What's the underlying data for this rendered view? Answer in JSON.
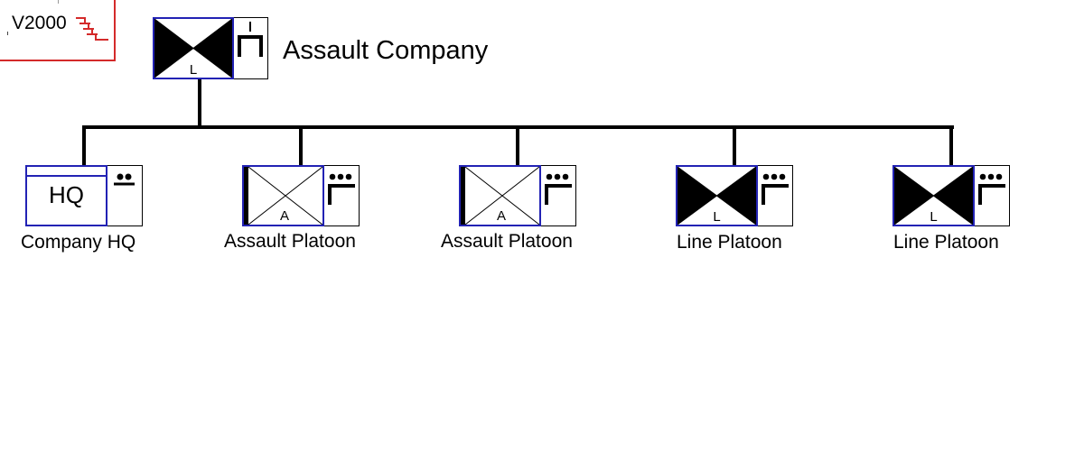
{
  "logo": {
    "text": "V2000",
    "color": "#d42a2a"
  },
  "colors": {
    "frame": "#2222b4",
    "line": "#000000",
    "fill": "#000000"
  },
  "parent": {
    "label": "Assault Company",
    "symbol": "bowtie",
    "symbol_letter": "L",
    "echelon": "company"
  },
  "subunits": [
    {
      "label": "Company HQ",
      "symbol": "hq",
      "symbol_text": "HQ",
      "echelon": "section"
    },
    {
      "label": "Assault Platoon",
      "symbol": "cross",
      "symbol_letter": "A",
      "echelon": "platoon"
    },
    {
      "label": "Assault Platoon",
      "symbol": "cross",
      "symbol_letter": "A",
      "echelon": "platoon"
    },
    {
      "label": "Line Platoon",
      "symbol": "bowtie",
      "symbol_letter": "L",
      "echelon": "platoon"
    },
    {
      "label": "Line Platoon",
      "symbol": "bowtie",
      "symbol_letter": "L",
      "echelon": "platoon"
    }
  ]
}
